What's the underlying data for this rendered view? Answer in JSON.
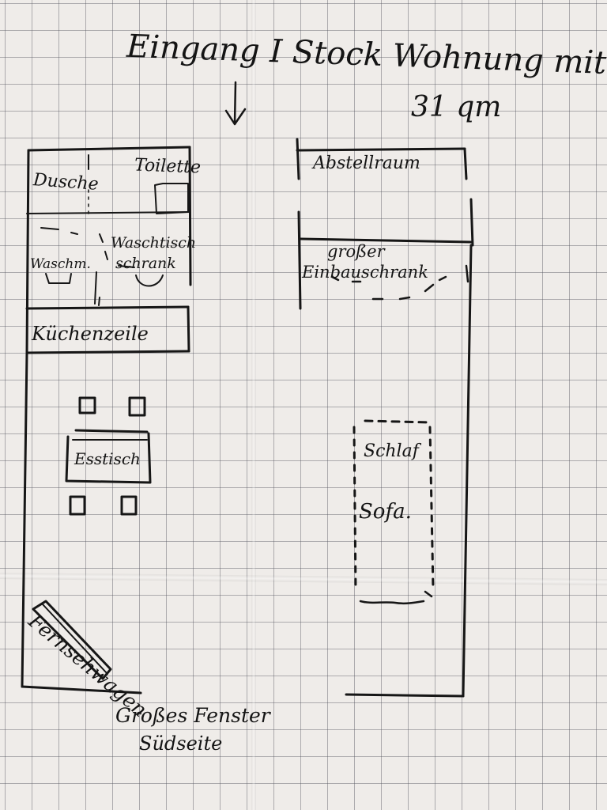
{
  "header": {
    "line1": "Eingang I Stock Wohnung mitte",
    "area": "31 qm"
  },
  "rooms": {
    "dusche": "Dusche",
    "toilette": "Toilette",
    "waschmaschine": "Waschm.",
    "waschtisch": "Waschtisch",
    "schrank": "schrank",
    "kuechenzeile": "Küchenzeile",
    "abstellraum": "Abstellraum",
    "einbau_1": "großer",
    "einbau_2": "Einbauschrank",
    "esstisch": "Esstisch",
    "sofa_1": "Schlaf",
    "sofa_2": "Sofa.",
    "fernseh": "Fernsehwagen"
  },
  "footer": {
    "window": "Großes Fenster",
    "side": "Südseite"
  },
  "ink_color": "#161616"
}
